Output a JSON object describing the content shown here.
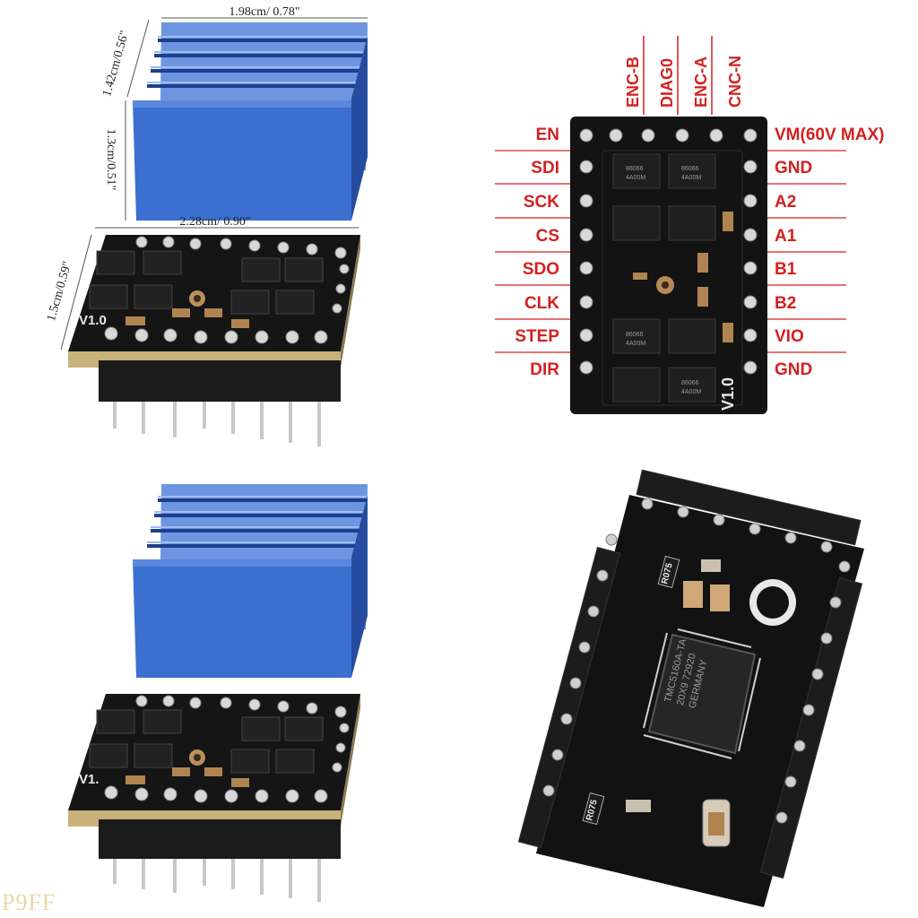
{
  "dimensions": {
    "heatsink_width": "1.98cm/ 0.78\"",
    "heatsink_depth": "1.42cm/0.56\"",
    "heatsink_height": "1.3cm/0.51\"",
    "board_width": "2.28cm/ 0.90\"",
    "board_depth": "1.5cm/0.59\""
  },
  "board": {
    "version": "V1.0",
    "version_short": "V1.",
    "chip_marking": [
      "TMC5160A-TA",
      "20X9 72920",
      "GERMANY"
    ],
    "mosfet_marking": [
      "86066",
      "4A00M"
    ],
    "resistor_marking": "R075"
  },
  "pinout": {
    "top": [
      "ENC-B",
      "DIAG0",
      "ENC-A",
      "CNC-N"
    ],
    "left": [
      "EN",
      "SDI",
      "SCK",
      "CS",
      "SDO",
      "CLK",
      "STEP",
      "DIR"
    ],
    "right": [
      "VM(60V MAX)",
      "GND",
      "A2",
      "A1",
      "B1",
      "B2",
      "VIO",
      "GND"
    ]
  },
  "watermark": "P9FF",
  "colors": {
    "label_red": "#d42020",
    "heatsink_blue": "#3b6fd0",
    "pcb_black": "#141414"
  }
}
